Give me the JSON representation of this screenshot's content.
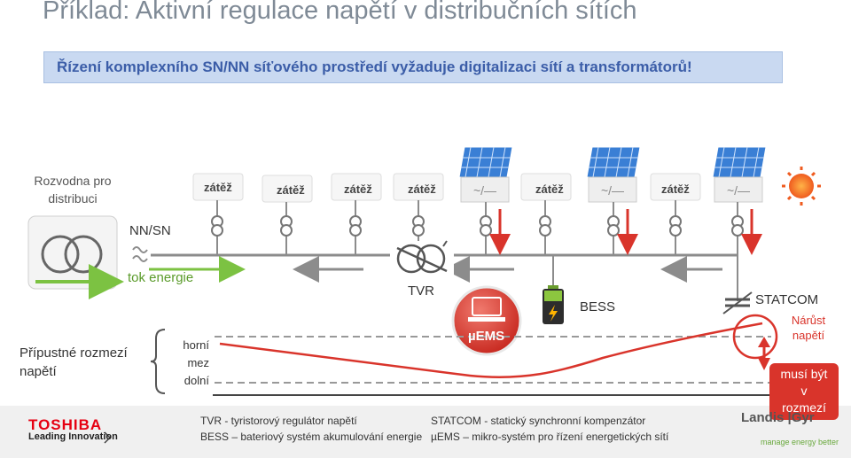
{
  "title": "Příklad: Aktivní regulace napětí v distribučních sítích",
  "banner": "Řízení komplexního SN/NN síťového prostředí vyžaduje digitalizaci sítí a transformátorů!",
  "substation": {
    "label_line1": "Rozvodna pro",
    "label_line2": "distribuci"
  },
  "loads": [
    "zátěž",
    "zátěž",
    "zátěž",
    "zátěž",
    "zátěž",
    "zátěž"
  ],
  "nn_sn_label": "NN/SN",
  "energy_flow_label": "tok energie",
  "voltage_range": {
    "label_line1": "Přípustné rozmezí",
    "label_line2": "napětí",
    "upper": "horní",
    "mid": "mez",
    "lower": "dolní"
  },
  "tvr_label": "TVR",
  "uems_label": "µEMS",
  "bess_label": "BESS",
  "statcom_label": "STATCOM",
  "voltage_rise": {
    "line1": "Nárůst",
    "line2": "napětí"
  },
  "must_be": {
    "line1": "musí být",
    "line2": "v",
    "line3": "rozmezí"
  },
  "footnotes": {
    "tvr": "TVR - tyristorový regulátor napětí",
    "bess": "BESS – bateriový systém akumulování energie",
    "statcom": "STATCOM - statický synchronní kompenzátor",
    "uems": "µEMS – mikro-systém pro řízení energetických sítí"
  },
  "logos": {
    "toshiba": "TOSHIBA",
    "toshiba_tagline": "Leading Innovation",
    "landis": "Landis |Gyr",
    "landis_tagline": "manage energy better"
  },
  "colors": {
    "accent_red": "#d9342b",
    "grid_gray": "#8c8c8c",
    "green": "#7cc242",
    "banner_bg": "#c9d9f1",
    "title_gray": "#7f8a96"
  }
}
